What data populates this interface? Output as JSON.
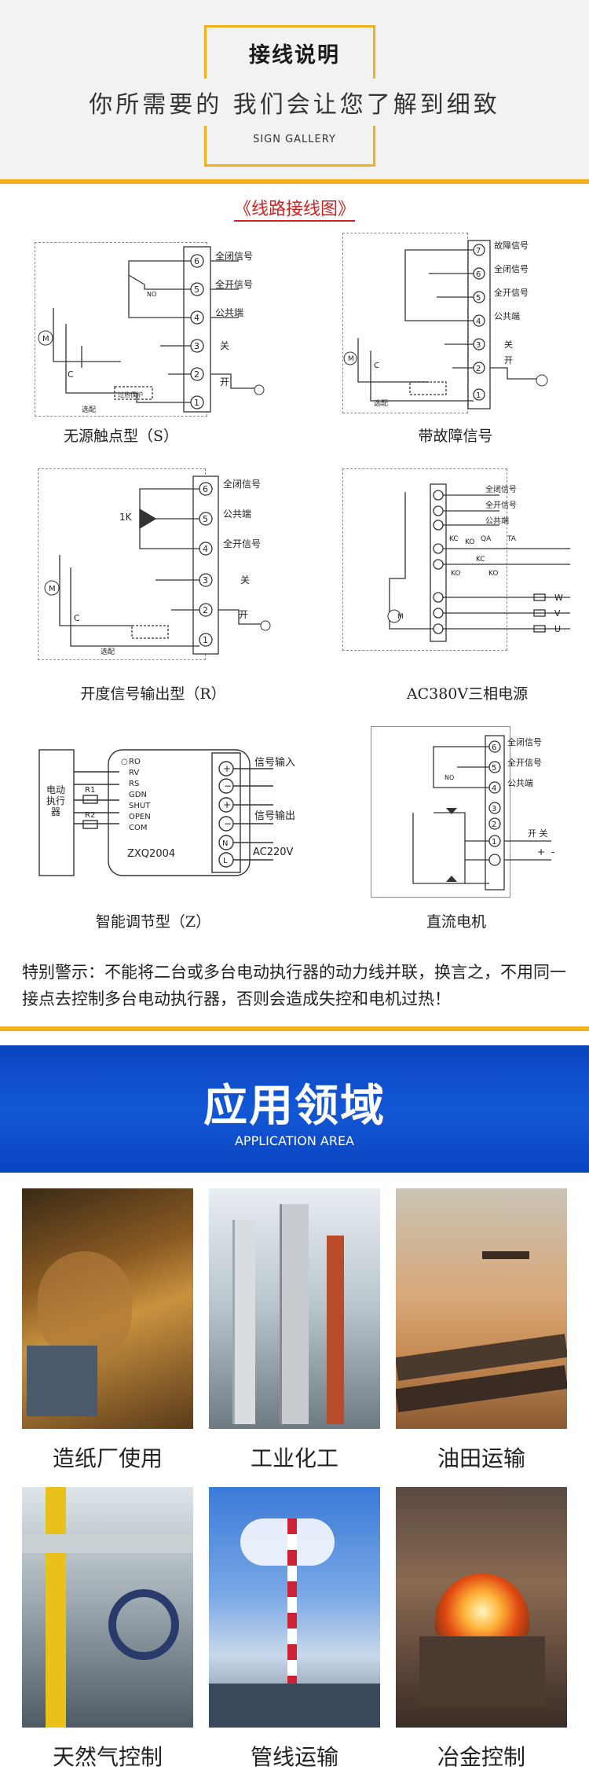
{
  "header": {
    "title": "接线说明",
    "subtitle": "你所需要的   我们会让您了解到细致",
    "gallery": "SIGN GALLERY"
  },
  "wiring": {
    "section_title": "《线路接线图》",
    "diagrams": [
      {
        "label": "无源触点型（S）"
      },
      {
        "label": "带故障信号"
      },
      {
        "label": "开度信号输出型（R）"
      },
      {
        "label": "AC380V三相电源"
      },
      {
        "label": "智能调节型（Z）"
      },
      {
        "label": "直流电机"
      }
    ],
    "terms": {
      "fully_closed": "全闭信号",
      "fully_open": "全开信号",
      "common": "公共端",
      "fault": "故障信号",
      "close": "关",
      "open": "开",
      "no": "NO",
      "c": "C",
      "m": "M",
      "option": "选配",
      "overheat": "过热保护",
      "k1": "1K",
      "signal_in": "信号输入",
      "signal_out": "信号输出",
      "ac220": "AC220V",
      "model": "ZXQ2004",
      "actuator": "电动执行器",
      "r1": "R1",
      "r2": "R2",
      "open_close": "开  关",
      "ports": [
        "RO",
        "RV",
        "RS",
        "GDN",
        "SHUT",
        "OPEN",
        "COM"
      ],
      "kc": "KC",
      "ko": "KO",
      "qa": "QA",
      "ta": "TA",
      "w": "W",
      "v": "V",
      "u": "U",
      "plus": "+",
      "minus": "-"
    },
    "warning": "特别警示：不能将二台或多台电动执行器的动力线并联，换言之，不用同一接点去控制多台电动执行器，否则会造成失控和电机过热！"
  },
  "application": {
    "title": "应用领域",
    "subtitle": "APPLICATION AREA",
    "items": [
      {
        "label": "造纸厂使用"
      },
      {
        "label": "工业化工"
      },
      {
        "label": "油田运输"
      },
      {
        "label": "天然气控制"
      },
      {
        "label": "管线运输"
      },
      {
        "label": "冶金控制"
      }
    ]
  },
  "colors": {
    "accent": "#f2b01e",
    "banner": "#0a44c0",
    "title_red": "#d21f1f"
  }
}
